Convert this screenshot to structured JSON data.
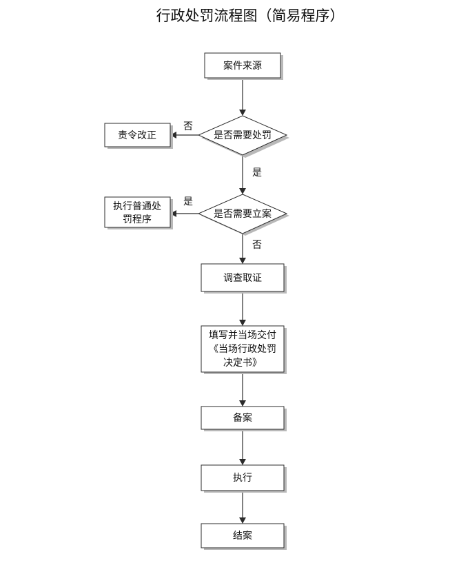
{
  "title": "行政处罚流程图（简易程序）",
  "nodes": {
    "case_source": "案件来源",
    "need_penalty": "是否需要处罚",
    "order_correction": "责令改正",
    "need_filing": "是否需要立案",
    "normal_procedure_line1": "执行普通处",
    "normal_procedure_line2": "罚程序",
    "investigation": "调查取证",
    "decision_line1": "填写并当场交付",
    "decision_line2": "《当场行政处罚",
    "decision_line3": "决定书》",
    "record": "备案",
    "execute": "执行",
    "close_case": "结案"
  },
  "edges": {
    "no_1": "否",
    "yes_1": "是",
    "yes_2": "是",
    "no_2": "否"
  }
}
